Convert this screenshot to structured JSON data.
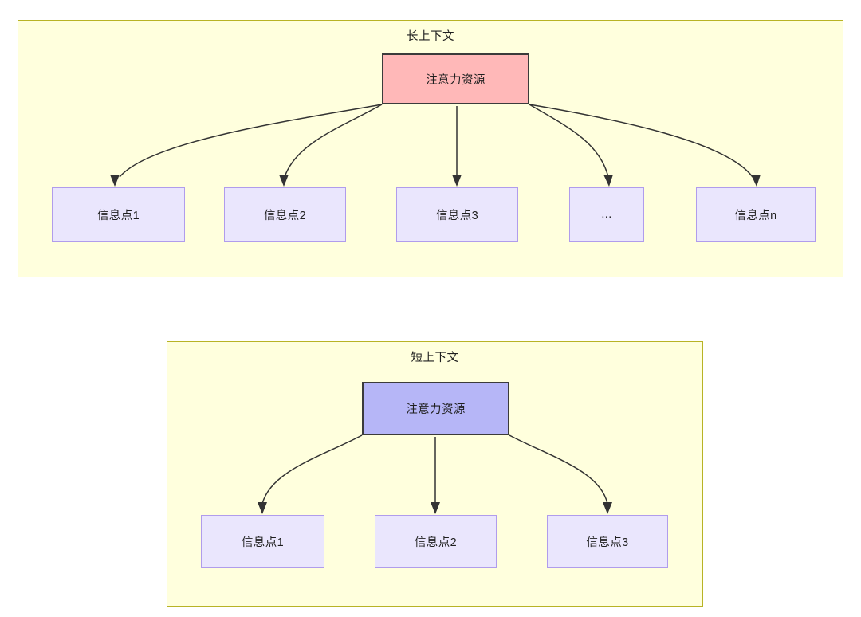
{
  "page": {
    "background_color": "#ffffff",
    "type": "flowchart-diagram"
  },
  "theme": {
    "panel_fill": "#ffffdd",
    "panel_stroke": "#b8b325",
    "source_long_fill": "#ffb8b8",
    "source_short_fill": "#b6b6f7",
    "source_stroke": "#3b3b3b",
    "leaf_fill": "#eae6fd",
    "leaf_stroke": "#b09cec",
    "edge_color": "#333333",
    "text_color": "#1f1f1f"
  },
  "panels": [
    {
      "id": "long-context",
      "title": "长上下文",
      "source": {
        "label": "注意力资源"
      },
      "leaves": [
        {
          "label": "信息点1"
        },
        {
          "label": "信息点2"
        },
        {
          "label": "信息点3"
        },
        {
          "label": "..."
        },
        {
          "label": "信息点n"
        }
      ]
    },
    {
      "id": "short-context",
      "title": "短上下文",
      "source": {
        "label": "注意力资源"
      },
      "leaves": [
        {
          "label": "信息点1"
        },
        {
          "label": "信息点2"
        },
        {
          "label": "信息点3"
        }
      ]
    }
  ],
  "icons": {
    "arrowhead": "arrow-down-icon"
  }
}
